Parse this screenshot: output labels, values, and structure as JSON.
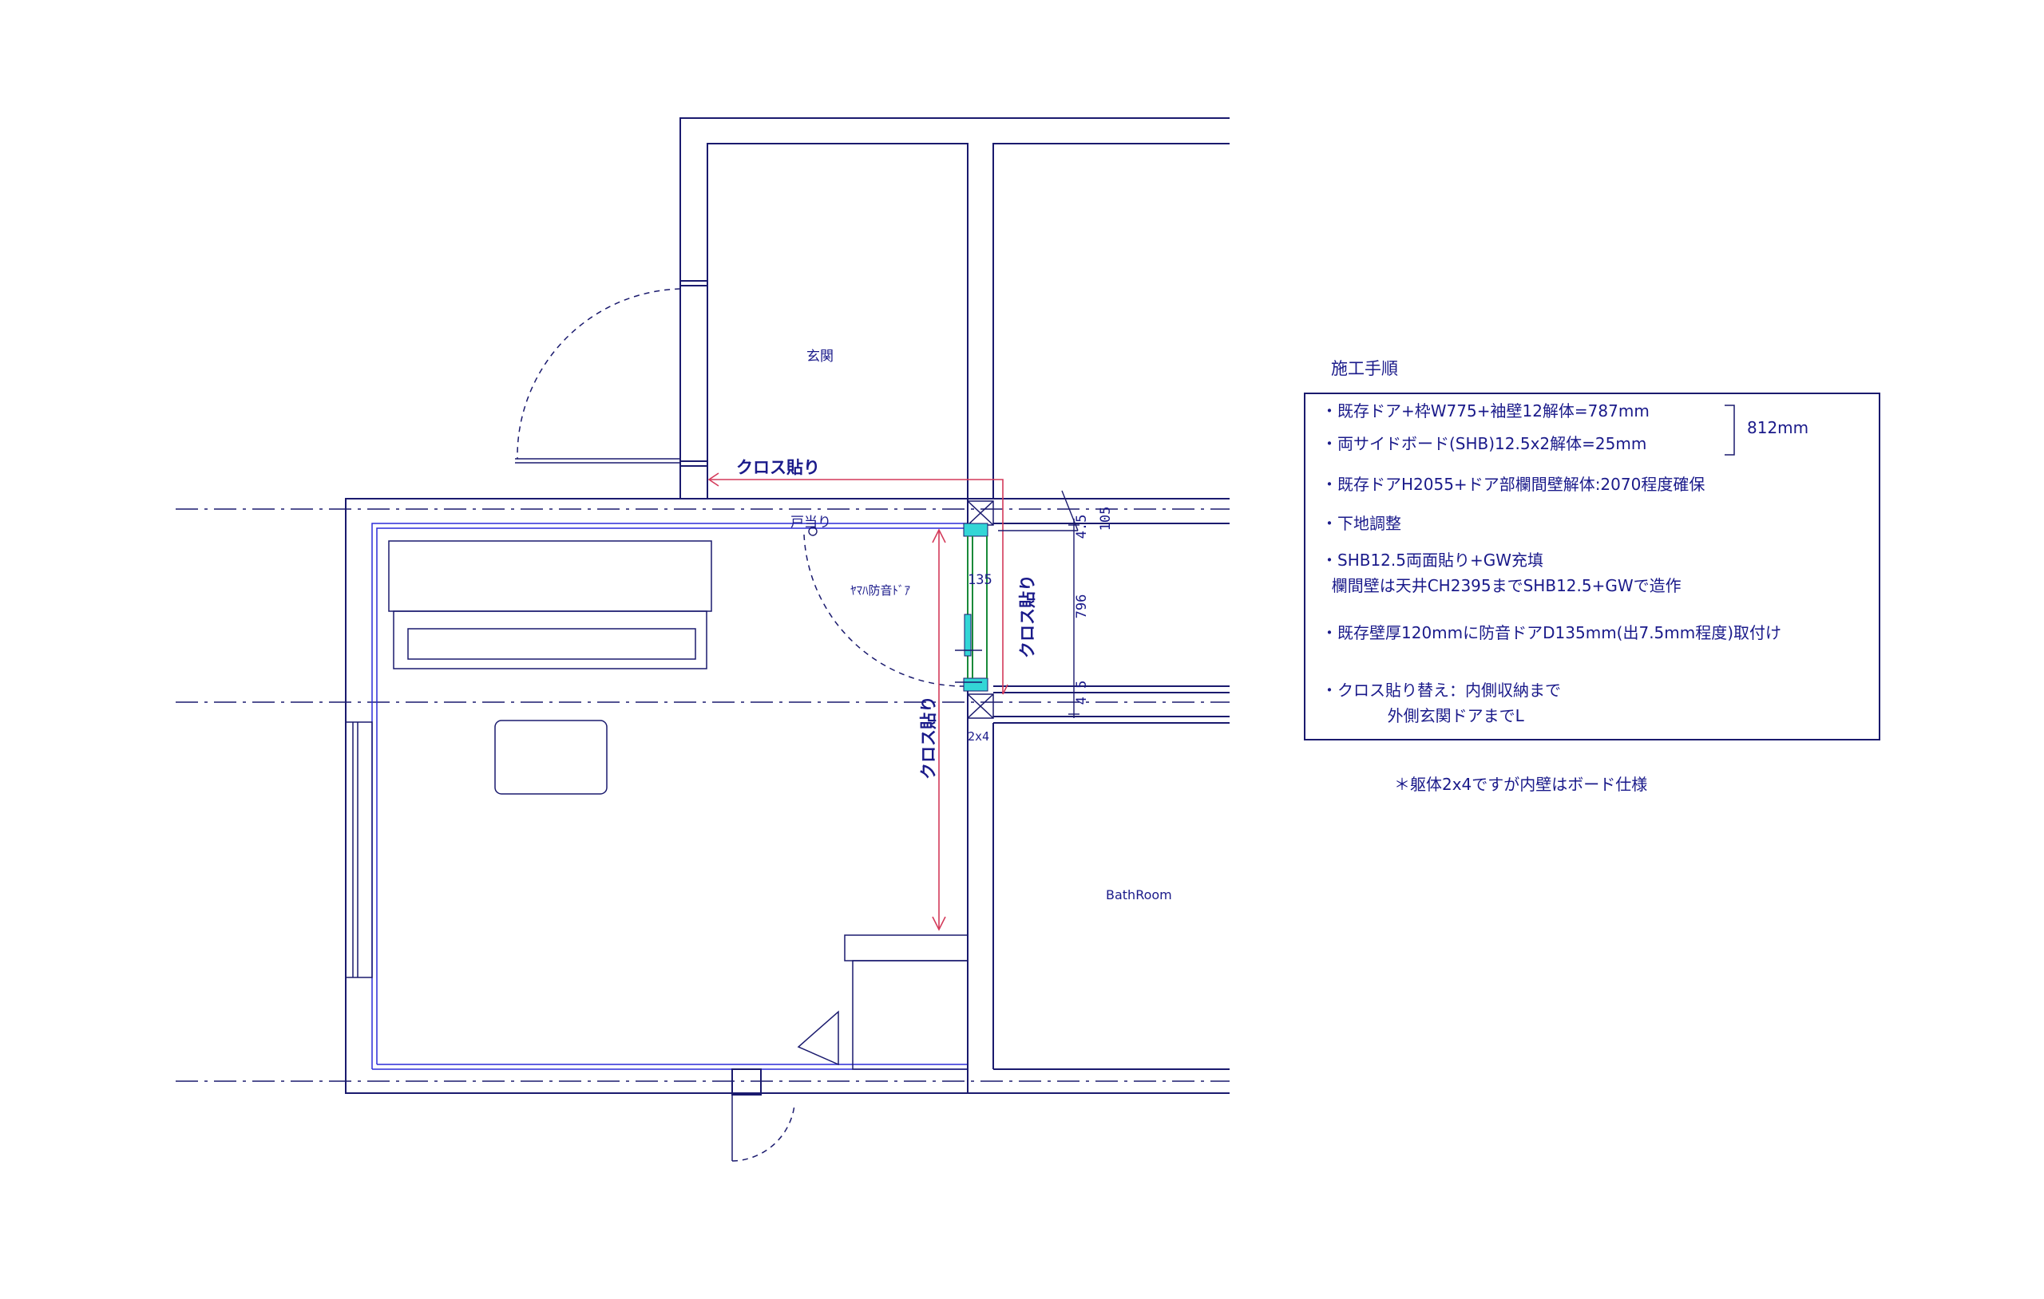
{
  "rooms": {
    "entrance": "玄関",
    "bathroom": "BathRoom"
  },
  "labels": {
    "cloth_top": "クロス貼り",
    "cloth_right": "クロス貼り",
    "cloth_left": "クロス貼り",
    "door_stop": "戸当り",
    "door_name": "ﾔﾏﾊ防音ﾄﾞｱ",
    "frame_2x4": "2x4",
    "dim_135": "135"
  },
  "dimensions": {
    "d105": "105",
    "d4_5_top": "4.5",
    "d796": "796",
    "d4_5_bottom": "4.5"
  },
  "procedure": {
    "title": "施工手順",
    "steps": [
      "・既存ドア+枠W775+袖壁12解体=787mm",
      "・両サイドボード(SHB)12.5x2解体=25mm",
      "・既存ドアH2055+ドア部欄間壁解体:2070程度確保",
      "・下地調整",
      "・SHB12.5両面貼り+GW充填",
      "  欄間壁は天井CH2395までSHB12.5+GWで造作",
      "・既存壁厚120mmに防音ドアD135mm(出7.5mm程度)取付け",
      "・クロス貼り替え：内側収納まで",
      "             外側玄関ドアまでL"
    ],
    "total": "812mm",
    "note": "＊躯体2x4ですが内壁はボード仕様"
  },
  "colors": {
    "line": "#1a1a6e",
    "text": "#1a1a8a",
    "cloth_mark": "#d43a5a",
    "door_panel": "#33d6d6",
    "door_frame": "#1a8a3a"
  }
}
